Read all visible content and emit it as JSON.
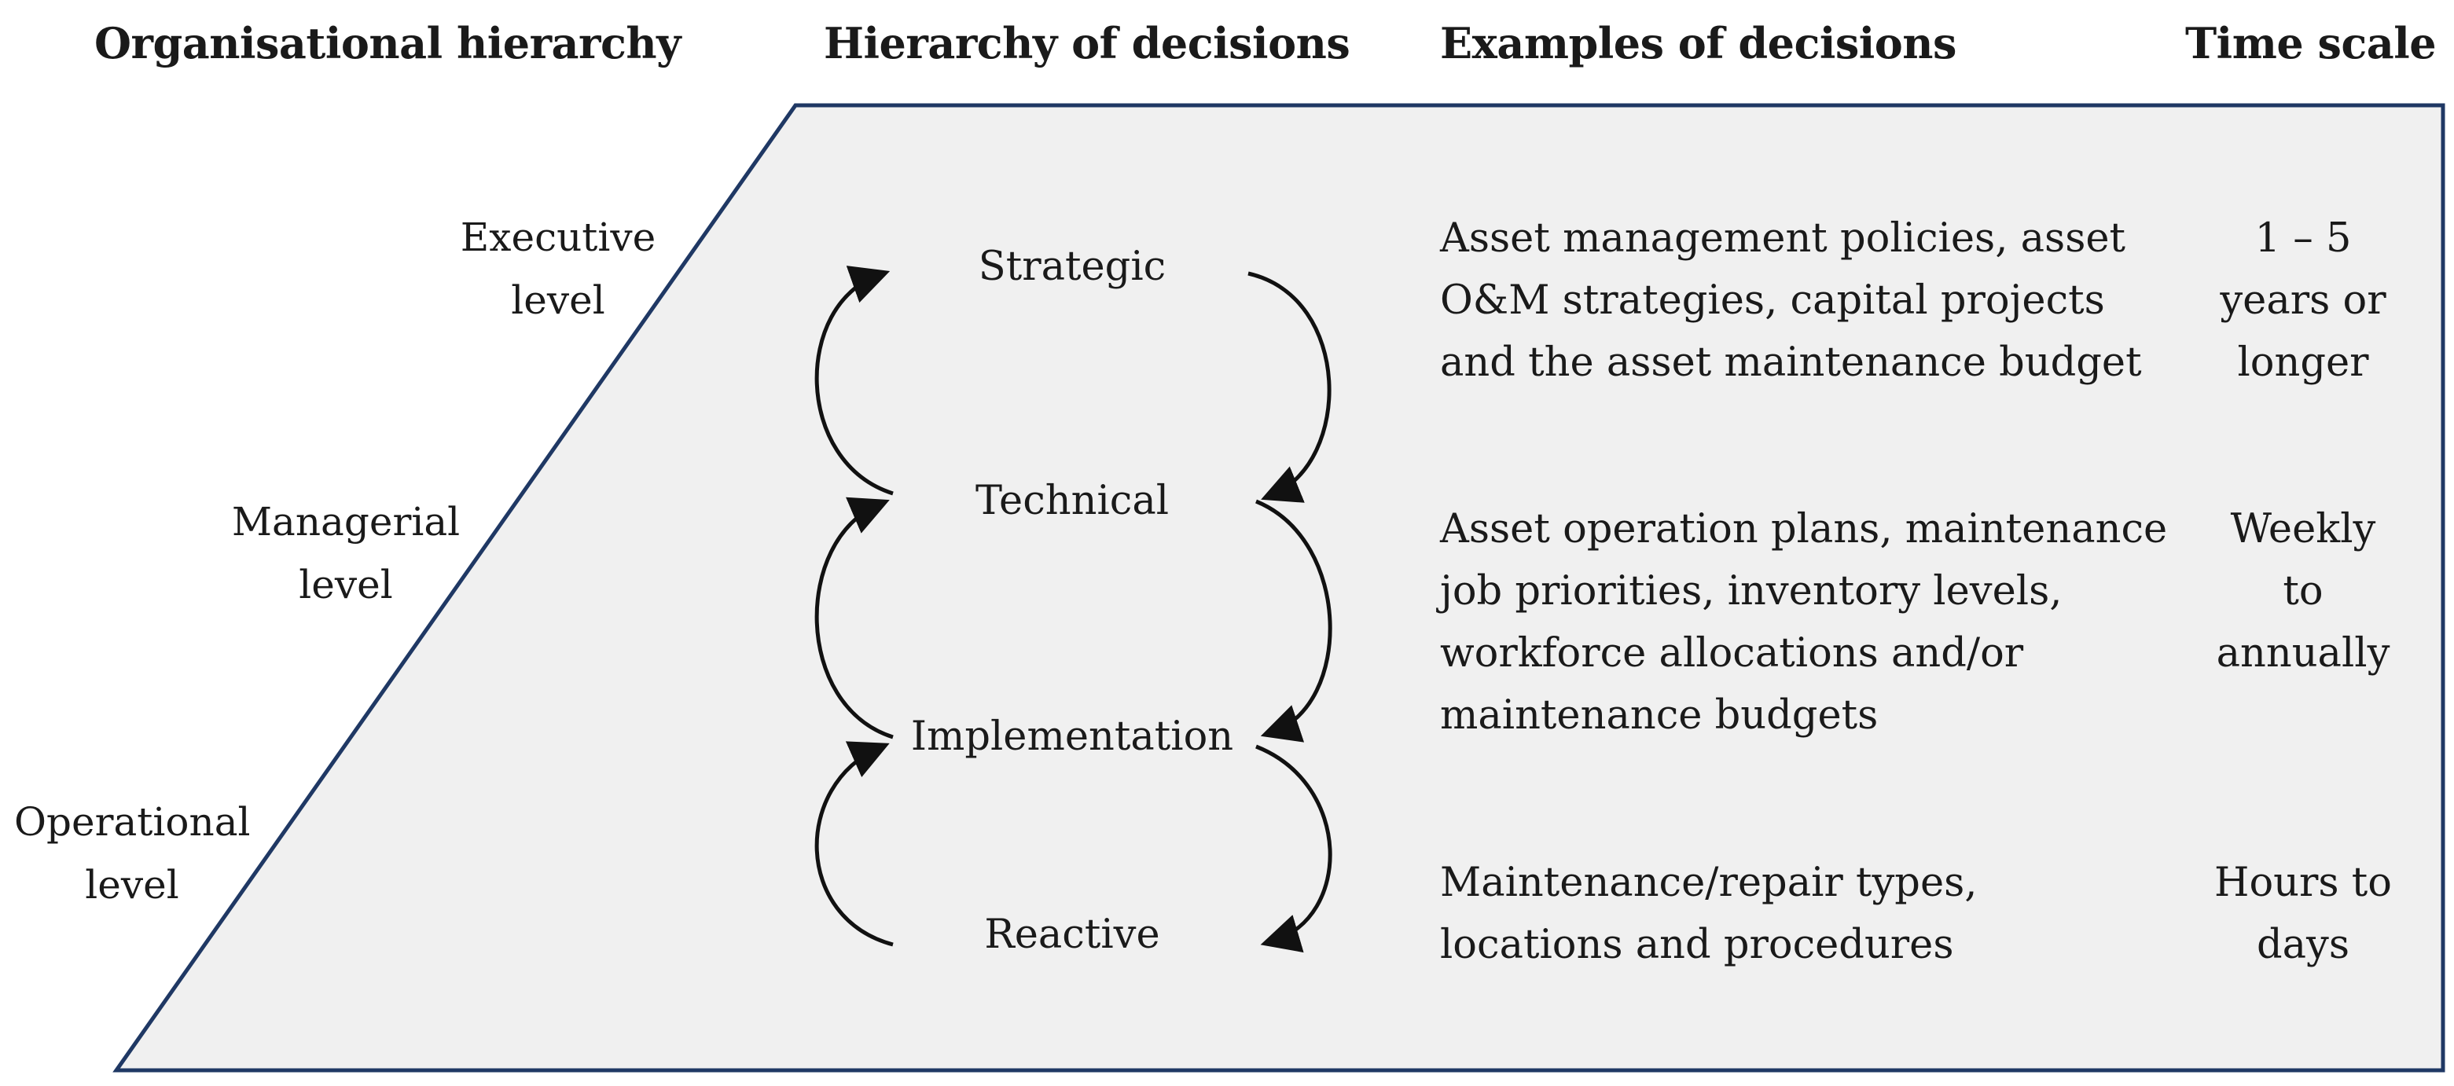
{
  "headers": {
    "organisational": "Organisational hierarchy",
    "decisions": "Hierarchy of decisions",
    "examples": "Examples of decisions",
    "timescale": "Time scale"
  },
  "organisational_levels": [
    {
      "line1": "Executive",
      "line2": "level"
    },
    {
      "line1": "Managerial",
      "line2": "level"
    },
    {
      "line1": "Operational",
      "line2": "level"
    }
  ],
  "decision_levels": [
    "Strategic",
    "Technical",
    "Implementation",
    "Reactive"
  ],
  "examples": [
    {
      "lines": [
        "Asset management policies, asset",
        "O&M strategies, capital projects",
        "and the asset maintenance budget"
      ]
    },
    {
      "lines": [
        "Asset operation plans, maintenance",
        "job priorities, inventory levels,",
        "workforce allocations and/or",
        "maintenance budgets"
      ]
    },
    {
      "lines": [
        "Maintenance/repair types,",
        "locations and procedures"
      ]
    }
  ],
  "time_scales": [
    {
      "lines": [
        "1 – 5",
        "years or",
        "longer"
      ]
    },
    {
      "lines": [
        "Weekly",
        "to",
        "annually"
      ]
    },
    {
      "lines": [
        "Hours to",
        "days"
      ]
    }
  ],
  "colors": {
    "panel_fill": "#f0f0f0",
    "panel_border": "#1f3864",
    "arrow": "#111111"
  }
}
